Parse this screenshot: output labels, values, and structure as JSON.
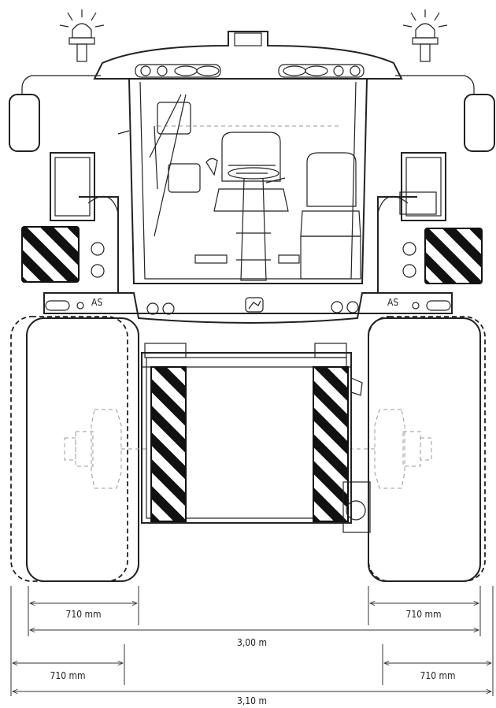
{
  "dimensions": {
    "track_inner_left": "710 mm",
    "track_inner_right": "710 mm",
    "width_inner": "3,00 m",
    "track_outer_left": "710 mm",
    "track_outer_right": "710 mm",
    "width_outer": "3,10 m"
  },
  "markings": {
    "left_as": "AS",
    "right_as": "AS"
  },
  "icons": {
    "beacon": "beacon-light-icon",
    "logo": "deer-logo-icon",
    "hazard": "hazard-stripe-plate"
  },
  "colors": {
    "line": "#222222",
    "background": "#ffffff"
  }
}
